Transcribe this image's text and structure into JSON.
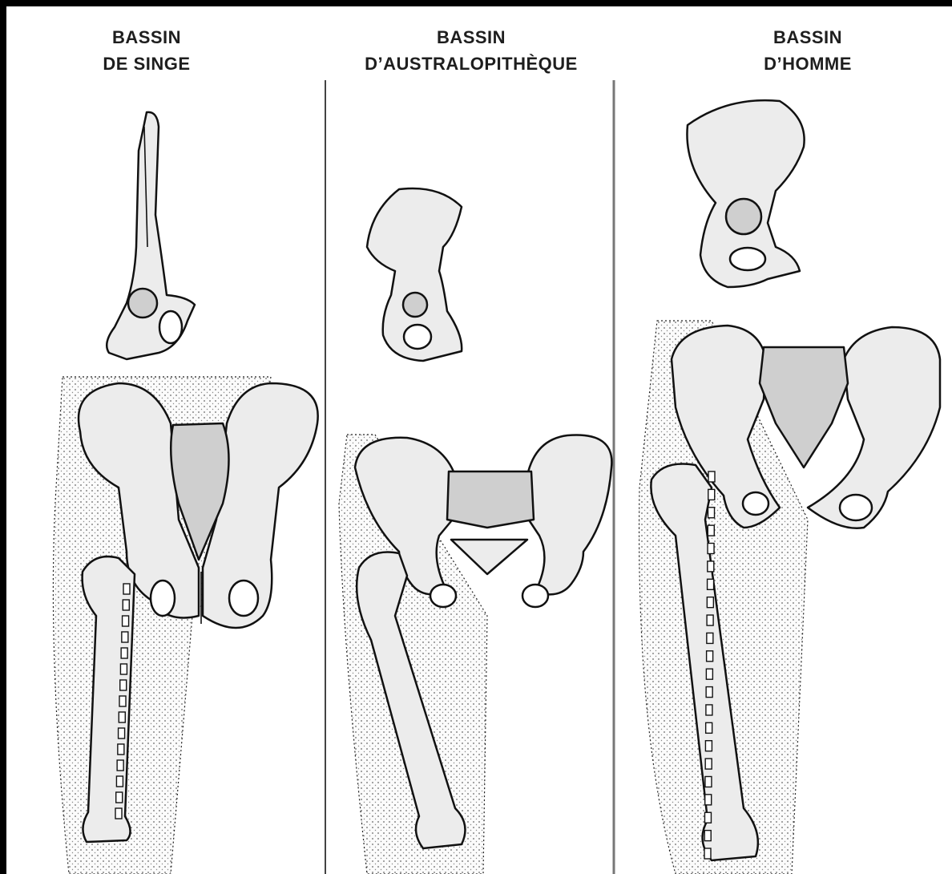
{
  "panels": [
    {
      "id": "singe",
      "title_line1": "BASSIN",
      "title_line2": "DE SINGE"
    },
    {
      "id": "australopitheque",
      "title_line1": "BASSIN",
      "title_line2": "D’AUSTRALOPITHÈQUE"
    },
    {
      "id": "homme",
      "title_line1": "BASSIN",
      "title_line2": "D’HOMME"
    }
  ]
}
